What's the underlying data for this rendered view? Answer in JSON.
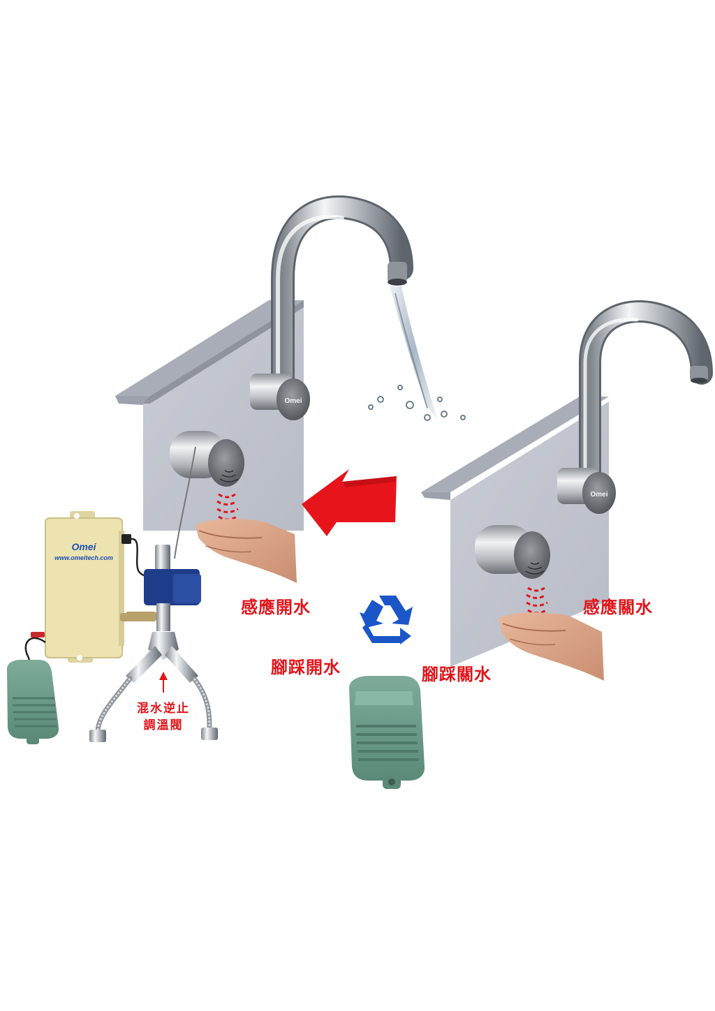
{
  "labels": {
    "sensor_on": "感應開水",
    "sensor_off": "感應關水",
    "pedal_on": "腳踩開水",
    "pedal_off": "腳踩關水",
    "valve_line1": "混水逆止",
    "valve_line2": "調溫閥"
  },
  "brand": {
    "name": "Omei",
    "url": "www.omeitech.com",
    "faucet_logo": "Omei"
  },
  "colors": {
    "label": "#e0151b",
    "arrow": "#e8141c",
    "recycle": "#1b56c8",
    "panel": "#c4c8d2",
    "pedal": "#6e9c8b",
    "control_box": "#ece3b0"
  },
  "icons": [
    "faucet-icon",
    "sensor-icon",
    "hand-icon",
    "foot-pedal-icon",
    "control-box-icon",
    "recycle-icon",
    "arrow-icon",
    "valve-icon"
  ]
}
